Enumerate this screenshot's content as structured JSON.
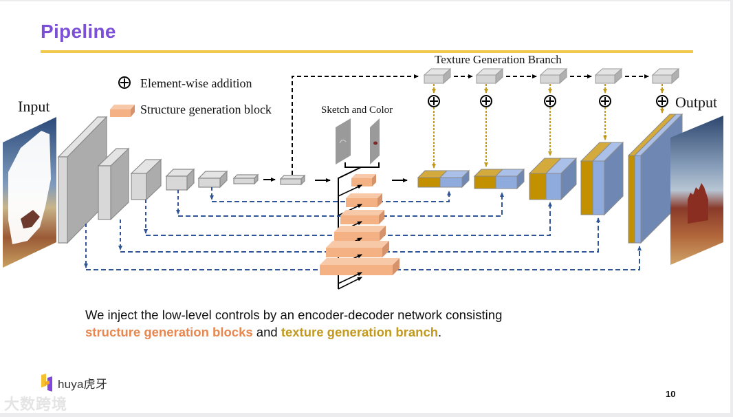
{
  "slide": {
    "title": "Pipeline",
    "page_number": "10",
    "accent_rule_color": "#f2c94c",
    "title_color": "#7b4fd6"
  },
  "diagram": {
    "input_label": "Input",
    "output_label": "Output",
    "legend": {
      "addition": "Element-wise addition",
      "structure_block": "Structure generation block"
    },
    "sketch_label": "Sketch and Color",
    "texture_branch_label": "Texture Generation Branch",
    "colors": {
      "encoder_gray": "#c8c8c8",
      "structure_orange": "#f4b183",
      "texture_gold": "#c39000",
      "decoder_blue": "#8faadc",
      "skip_blue": "#2f5597",
      "texture_arrow": "#c39a1e"
    },
    "encoder_blocks": 7,
    "structure_blocks": 6,
    "texture_blocks": 5,
    "decoder_blocks": 5
  },
  "caption": {
    "line1": "We inject the low-level controls by an encoder-decoder network consisting",
    "struct_phrase": "structure generation blocks",
    "and": " and ",
    "texture_phrase": "texture generation branch",
    "period": "."
  },
  "footer": {
    "logo_text": "huya虎牙",
    "watermark": "大数跨境"
  }
}
